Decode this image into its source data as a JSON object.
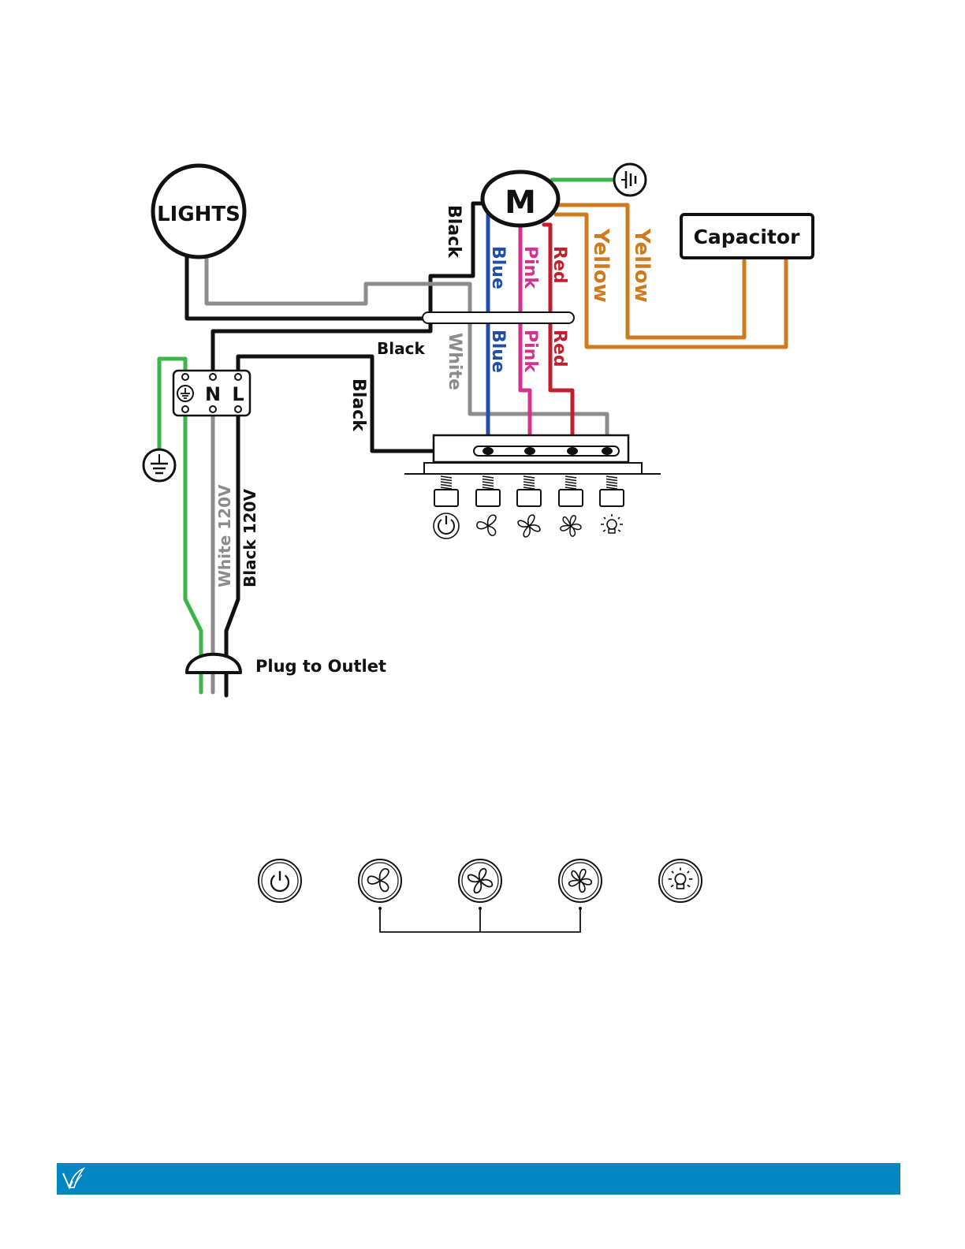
{
  "components": {
    "lights": "LIGHTS",
    "motor": "M",
    "capacitor": "Capacitor",
    "terminal_ground": "⏚",
    "terminal_neutral": "N",
    "terminal_live": "L",
    "plug": "Plug to Outlet"
  },
  "wire_labels": {
    "black_motor": "Black",
    "blue_upper": "Blue",
    "pink_upper": "Pink",
    "red_upper": "Red",
    "yellow_1": "Yellow",
    "yellow_2": "Yellow",
    "black_mid": "Black",
    "white_mid": "White",
    "blue_lower": "Blue",
    "pink_lower": "Pink",
    "red_lower": "Red",
    "black_switch": "Black",
    "white_120": "White 120V",
    "black_120": "Black 120V"
  },
  "switch_buttons": [
    {
      "icon": "power-icon"
    },
    {
      "icon": "fan-low-icon"
    },
    {
      "icon": "fan-medium-icon"
    },
    {
      "icon": "fan-high-icon"
    },
    {
      "icon": "light-icon"
    }
  ],
  "colors": {
    "black": "#111111",
    "gray": "#8c8c8c",
    "green": "#3cb54a",
    "blue": "#1f4fa8",
    "pink": "#d1338f",
    "red": "#c01f2e",
    "yellow": "#d07a1e",
    "footer": "#0086c0"
  }
}
